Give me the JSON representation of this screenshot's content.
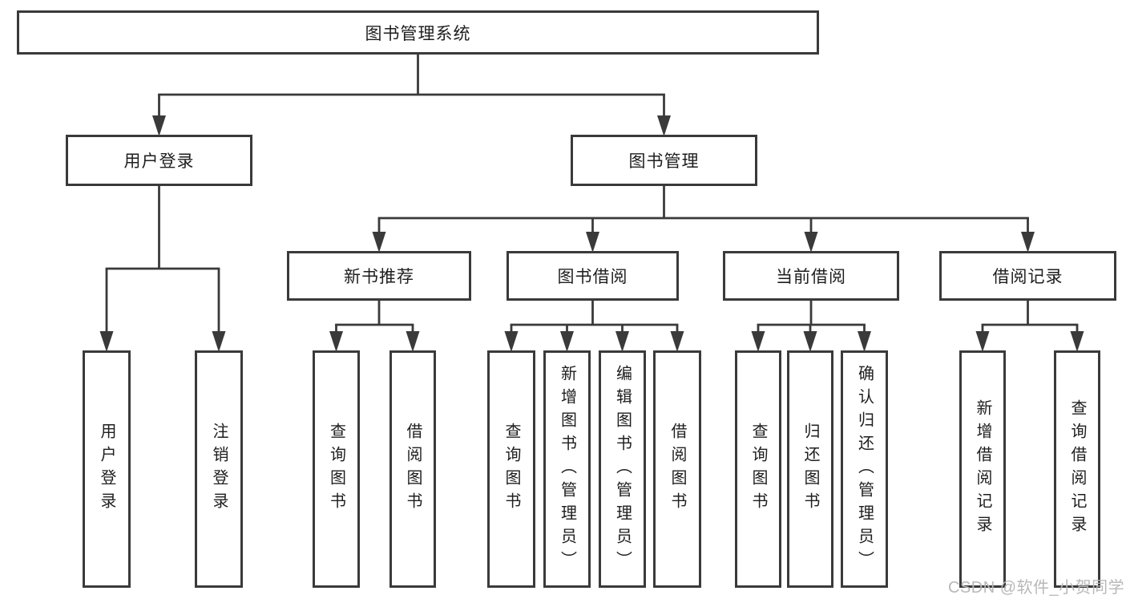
{
  "diagram": {
    "title": "图书管理系统",
    "nodes": [
      {
        "id": "root",
        "label": "图书管理系统",
        "parent": null,
        "orientation": "horizontal"
      },
      {
        "id": "user-login",
        "label": "用户登录",
        "parent": "root",
        "orientation": "horizontal"
      },
      {
        "id": "book-mgmt",
        "label": "图书管理",
        "parent": "root",
        "orientation": "horizontal"
      },
      {
        "id": "login",
        "label": "用户登录",
        "parent": "user-login",
        "orientation": "vertical"
      },
      {
        "id": "logout",
        "label": "注销登录",
        "parent": "user-login",
        "orientation": "vertical"
      },
      {
        "id": "new-book-rec",
        "label": "新书推荐",
        "parent": "book-mgmt",
        "orientation": "horizontal"
      },
      {
        "id": "book-borrow",
        "label": "图书借阅",
        "parent": "book-mgmt",
        "orientation": "horizontal"
      },
      {
        "id": "current-borrow",
        "label": "当前借阅",
        "parent": "book-mgmt",
        "orientation": "horizontal"
      },
      {
        "id": "borrow-records",
        "label": "借阅记录",
        "parent": "book-mgmt",
        "orientation": "horizontal"
      },
      {
        "id": "rec-query-books",
        "label": "查询图书",
        "parent": "new-book-rec",
        "orientation": "vertical"
      },
      {
        "id": "rec-borrow-books",
        "label": "借阅图书",
        "parent": "new-book-rec",
        "orientation": "vertical"
      },
      {
        "id": "bb-query-books",
        "label": "查询图书",
        "parent": "book-borrow",
        "orientation": "vertical"
      },
      {
        "id": "bb-add-books",
        "label": "新增图书（管理员）",
        "parent": "book-borrow",
        "orientation": "vertical"
      },
      {
        "id": "bb-edit-books",
        "label": "编辑图书（管理员）",
        "parent": "book-borrow",
        "orientation": "vertical"
      },
      {
        "id": "bb-borrow-books",
        "label": "借阅图书",
        "parent": "book-borrow",
        "orientation": "vertical"
      },
      {
        "id": "cb-query-books",
        "label": "查询图书",
        "parent": "current-borrow",
        "orientation": "vertical"
      },
      {
        "id": "cb-return-books",
        "label": "归还图书",
        "parent": "current-borrow",
        "orientation": "vertical"
      },
      {
        "id": "cb-confirm-return",
        "label": "确认归还（管理员）",
        "parent": "current-borrow",
        "orientation": "vertical"
      },
      {
        "id": "br-add-record",
        "label": "新增借阅记录",
        "parent": "borrow-records",
        "orientation": "vertical"
      },
      {
        "id": "br-query-record",
        "label": "查询借阅记录",
        "parent": "borrow-records",
        "orientation": "vertical"
      }
    ]
  },
  "watermark": {
    "text": "CSDN @软件_小贺同学"
  },
  "colors": {
    "line": "#3a3a3a",
    "text": "#1e1e1e",
    "watermark": "#b8b8b8",
    "background": "#ffffff"
  }
}
